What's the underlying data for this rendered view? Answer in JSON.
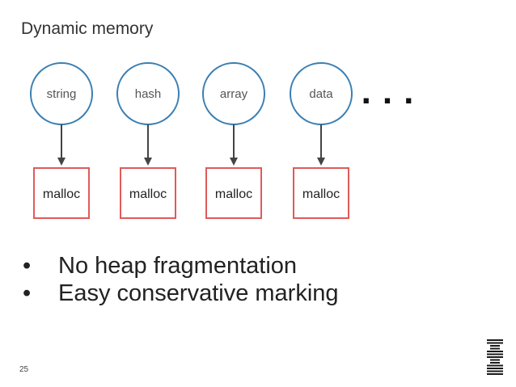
{
  "slide": {
    "title": "Dynamic memory",
    "page_number": "25",
    "ellipsis": "...",
    "logo_text": "IBM"
  },
  "diagram": {
    "nodes": [
      {
        "label": "string",
        "target": "malloc"
      },
      {
        "label": "hash",
        "target": "malloc"
      },
      {
        "label": "array",
        "target": "malloc"
      },
      {
        "label": "data",
        "target": "malloc"
      }
    ]
  },
  "bullets": [
    {
      "marker": "•",
      "text": "No heap fragmentation"
    },
    {
      "marker": "•",
      "text": "Easy conservative marking"
    }
  ],
  "colors": {
    "circle_stroke": "#3a7fb2",
    "box_stroke": "#e05a5a",
    "arrow": "#444444",
    "text": "#222222",
    "logo": "#1a1a1a"
  }
}
